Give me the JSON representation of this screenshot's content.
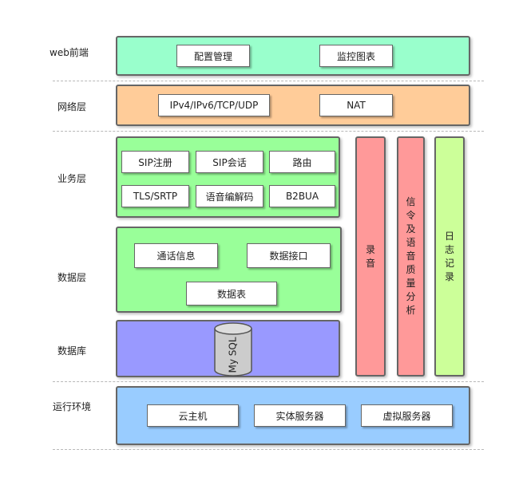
{
  "colors": {
    "web": "#99ffcc",
    "network": "#ffcc99",
    "business": "#99ff99",
    "data": "#99ff99",
    "database": "#9999ff",
    "runtime": "#99ccff",
    "recording": "#ff9999",
    "analysis": "#ff9999",
    "logging": "#ccff99",
    "cylinder": "#cccccc"
  },
  "layers": {
    "web": "web前端",
    "network": "网络层",
    "business": "业务层",
    "data": "数据层",
    "database": "数据库",
    "runtime": "运行环境"
  },
  "web_boxes": [
    "配置管理",
    "监控图表"
  ],
  "network_boxes": [
    "IPv4/IPv6/TCP/UDP",
    "NAT"
  ],
  "business_boxes": [
    "SIP注册",
    "SIP会话",
    "路由",
    "TLS/SRTP",
    "语音编解码",
    "B2BUA"
  ],
  "data_boxes": [
    "通话信息",
    "数据接口",
    "数据表"
  ],
  "database_item": "My SQL",
  "runtime_boxes": [
    "云主机",
    "实体服务器",
    "虚拟服务器"
  ],
  "side_columns": {
    "recording": "录音",
    "analysis": "信令及语音质量分析",
    "logging": "日志记录"
  }
}
